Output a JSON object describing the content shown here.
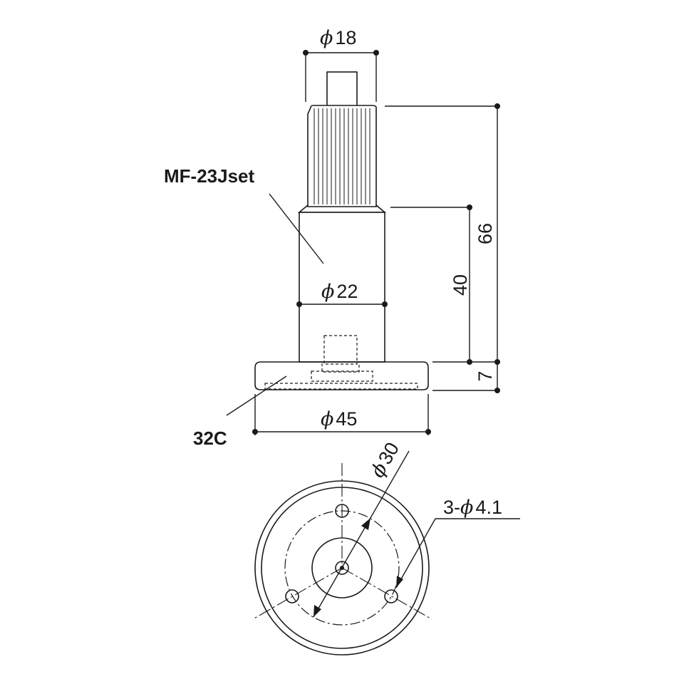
{
  "labels": {
    "part_upper": "MF-23Jset",
    "part_lower": "32C"
  },
  "dimensions": {
    "phi_symbol": "ϕ",
    "top_diameter": "18",
    "body_diameter": "22",
    "base_diameter": "45",
    "bolt_circle_diameter": "30",
    "hole_count_prefix": "3-",
    "hole_diameter": "4.1",
    "overall_height": "66",
    "body_height": "40",
    "base_height": "7"
  },
  "colors": {
    "line": "#1a1a1a",
    "background": "#ffffff"
  }
}
